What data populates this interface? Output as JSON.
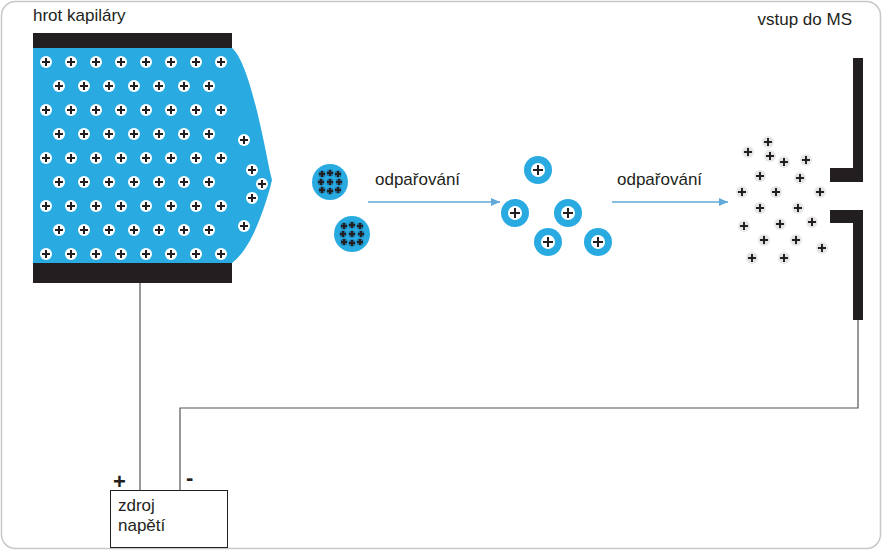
{
  "diagram": {
    "nodes": [
      {
        "text": [
          "zdroj napětí"
        ]
      }
    ],
    "labels": [
      "hrot kapiláry",
      "odpařování",
      "odpařování",
      "vstup do MS",
      "+",
      "-"
    ]
  }
}
